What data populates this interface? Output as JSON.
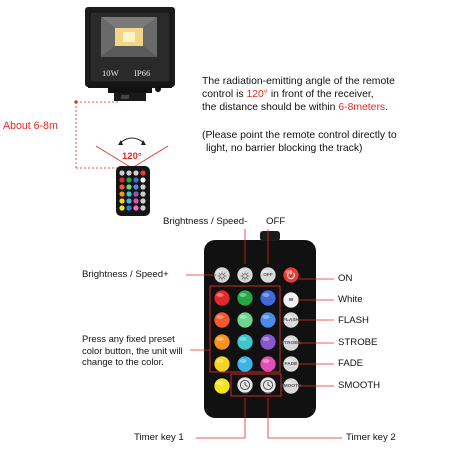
{
  "floodlight": {
    "power_label": "10W",
    "rating_label": "IP66"
  },
  "distance": {
    "label": "About 6-8m"
  },
  "angle": {
    "label": "120°"
  },
  "instructions": {
    "line1": "The radiation-emitting angle of the remote",
    "line2_before": "control is ",
    "line2_angle": "120°",
    "line2_after": " in front of the receiver,",
    "line3_before": "the distance should be within ",
    "line3_range": "6-8meters",
    "line3_after": ".",
    "note_line1": "(Please point the remote control directly to",
    "note_line2": "light, no barrier blocking the track)"
  },
  "colors": {
    "highlight_red": "#e52a23",
    "callout_red": "#e52a23",
    "remote_body": "#111111"
  },
  "labels": {
    "brightness_down": "Brightness / Speed-",
    "off": "OFF",
    "brightness_up": "Brightness / Speed+",
    "on": "ON",
    "white": "White",
    "flash": "FLASH",
    "strobe": "STROBE",
    "fade": "FADE",
    "smooth": "SMOOTH",
    "preset_note": "Press any fixed preset color button, the unit will change to the color.",
    "timer1": "Timer key 1",
    "timer2": "Timer key 2"
  },
  "remote": {
    "top_row": [
      {
        "name": "brightness-up-button",
        "kind": "icon",
        "icon": "sun-up-icon",
        "color": "#d9d9d9"
      },
      {
        "name": "brightness-down-button",
        "kind": "icon",
        "icon": "sun-down-icon",
        "color": "#d9d9d9"
      },
      {
        "name": "off-button",
        "kind": "text",
        "text": "OFF",
        "color": "#d9d9d9"
      },
      {
        "name": "on-button",
        "kind": "power",
        "icon": "power-icon",
        "color": "#e63b36"
      }
    ],
    "color_rows": [
      [
        "#e0292a",
        "#26a84a",
        "#3f6ad8"
      ],
      [
        "#f25a2e",
        "#6fd48e",
        "#4c8ae8"
      ],
      [
        "#f7931e",
        "#3ec6c8",
        "#8a57c8"
      ],
      [
        "#f7d21e",
        "#3fb3e3",
        "#e04fb3"
      ],
      [
        "#f2e41e",
        "#2f7fd6",
        "#f06fc8"
      ]
    ],
    "side_buttons": [
      {
        "name": "white-button",
        "text": "W",
        "color": "#f2f2f2",
        "text_color": "#333333"
      },
      {
        "name": "flash-button",
        "text": "FLASH",
        "color": "#d9d9d9",
        "text_color": "#555555"
      },
      {
        "name": "strobe-button",
        "text": "STROBE",
        "color": "#d9d9d9",
        "text_color": "#555555"
      },
      {
        "name": "fade-button",
        "text": "FADE",
        "color": "#d9d9d9",
        "text_color": "#555555"
      },
      {
        "name": "smooth-button",
        "text": "SMOOTH",
        "color": "#d9d9d9",
        "text_color": "#555555"
      }
    ],
    "timer_buttons": [
      {
        "name": "timer-key-1-button",
        "icon": "clock-icon",
        "color": "#e6e6e6"
      },
      {
        "name": "timer-key-2-button",
        "icon": "clock-icon",
        "color": "#e6e6e6"
      }
    ]
  }
}
